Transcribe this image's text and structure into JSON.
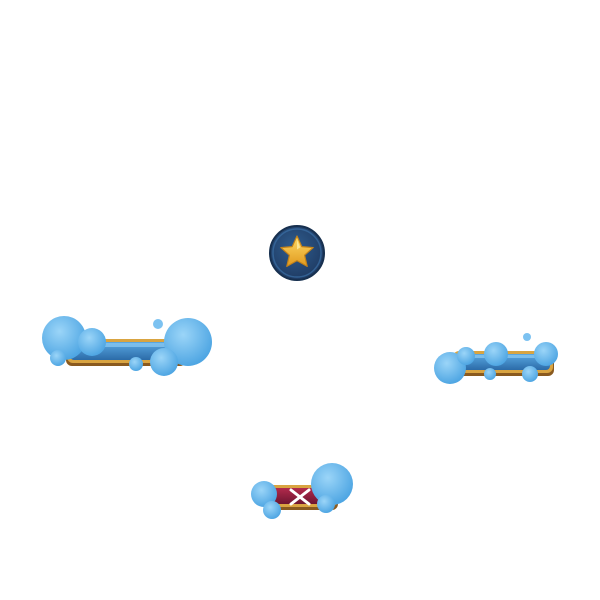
{
  "sprite_sheet": {
    "background": "#ffffff",
    "colors": {
      "cloud": "#5fb3ea",
      "cloud_light": "#8fcdf5",
      "bar_fill": "#3d8fd0",
      "bar_dark": "#2b6ba8",
      "gold_frame": "#d9a441",
      "gold_shadow": "#8a5a1f",
      "badge_navy": "#1f3b63",
      "badge_rim": "#2f5d8f",
      "star_gold": "#f2b632",
      "star_light": "#ffd966",
      "close_red": "#8e1d3a",
      "close_red_light": "#b22a4c",
      "cross_white": "#ffffff"
    },
    "items": [
      {
        "name": "star-badge",
        "icon": "star-icon"
      },
      {
        "name": "cloud-bar-long",
        "icon": "cloud-bar"
      },
      {
        "name": "cloud-bar-short",
        "icon": "cloud-bar"
      },
      {
        "name": "close-plate",
        "icon": "close-icon"
      }
    ]
  }
}
